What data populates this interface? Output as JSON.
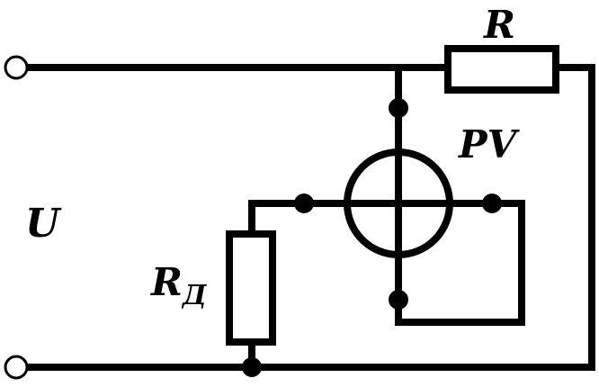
{
  "diagram": {
    "labels": {
      "voltage": "U",
      "series_resistor": "R",
      "voltmeter": "PV",
      "additional_resistor_main": "R",
      "additional_resistor_subscript": "Д"
    }
  }
}
